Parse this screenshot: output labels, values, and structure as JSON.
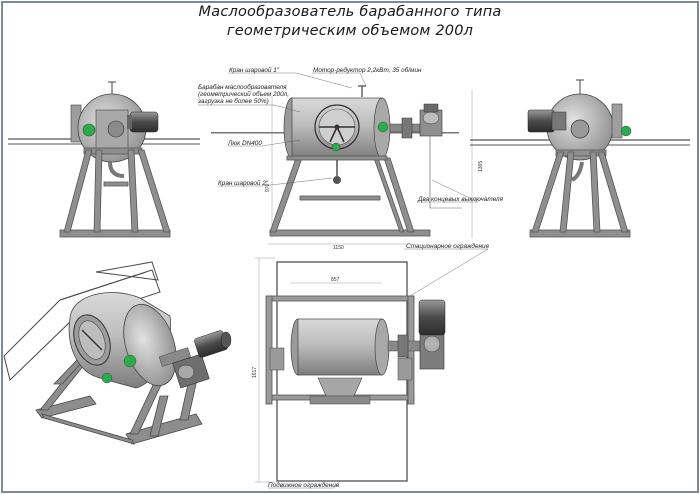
{
  "title": {
    "line1": "Маслообразователь барабанного типа",
    "line2": "геометрическим объемом 200л"
  },
  "callouts": {
    "ball_valve_1": "Кран шаровой 1\"",
    "motor_reducer": "Мотор-редуктор 2,2кВт, 35 об/мин",
    "drum_line1": "Барабан маслообразователя",
    "drum_line2": "(геометрический объем 200л,",
    "drum_line3": "загрузка не более 50%)",
    "hatch": "Люк DN400",
    "ball_valve_2": "Кран шаровой 2\"",
    "limit_switches": "Два концевых выключателя",
    "stationary_guard": "Стационарное ограждение",
    "movable_guard": "Подвижное ограждение"
  },
  "dimensions": {
    "front_width": "1150",
    "front_height": "1365",
    "front_axis_height": "970",
    "top_inner_width": "857",
    "top_depth": "1617"
  },
  "colors": {
    "frame": "#6e6e6e",
    "metal": "#b9b9b9",
    "metal_dark": "#7a7a7a",
    "accent_green": "#2fa84f",
    "border": "#7d8a96"
  }
}
